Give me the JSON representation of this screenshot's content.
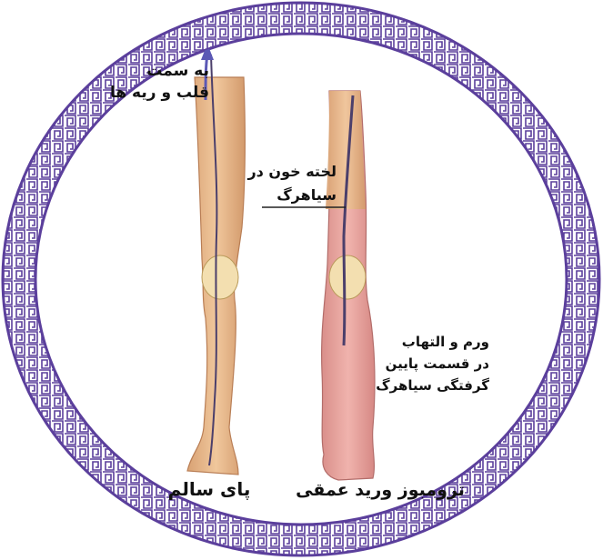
{
  "labels": {
    "heart_lungs": [
      "به سمت",
      "قلب و ریه ها"
    ],
    "clot": [
      "لخته خون در",
      "سیاهرگ"
    ],
    "swelling": [
      "ورم و التهاب",
      "در قسمت پایین",
      "گرفتگی سیاهرگ"
    ],
    "healthy_leg": "پای سالم",
    "dvt": "ترومبوز ورید عمقی"
  },
  "colors": {
    "border": "#5b3f9c",
    "skin": "#e8b88a",
    "skin_shadow": "#d49a6a",
    "inflamed": "#e8a3a3",
    "vein": "#4b3f6b",
    "arrow": "#5b58b5"
  }
}
